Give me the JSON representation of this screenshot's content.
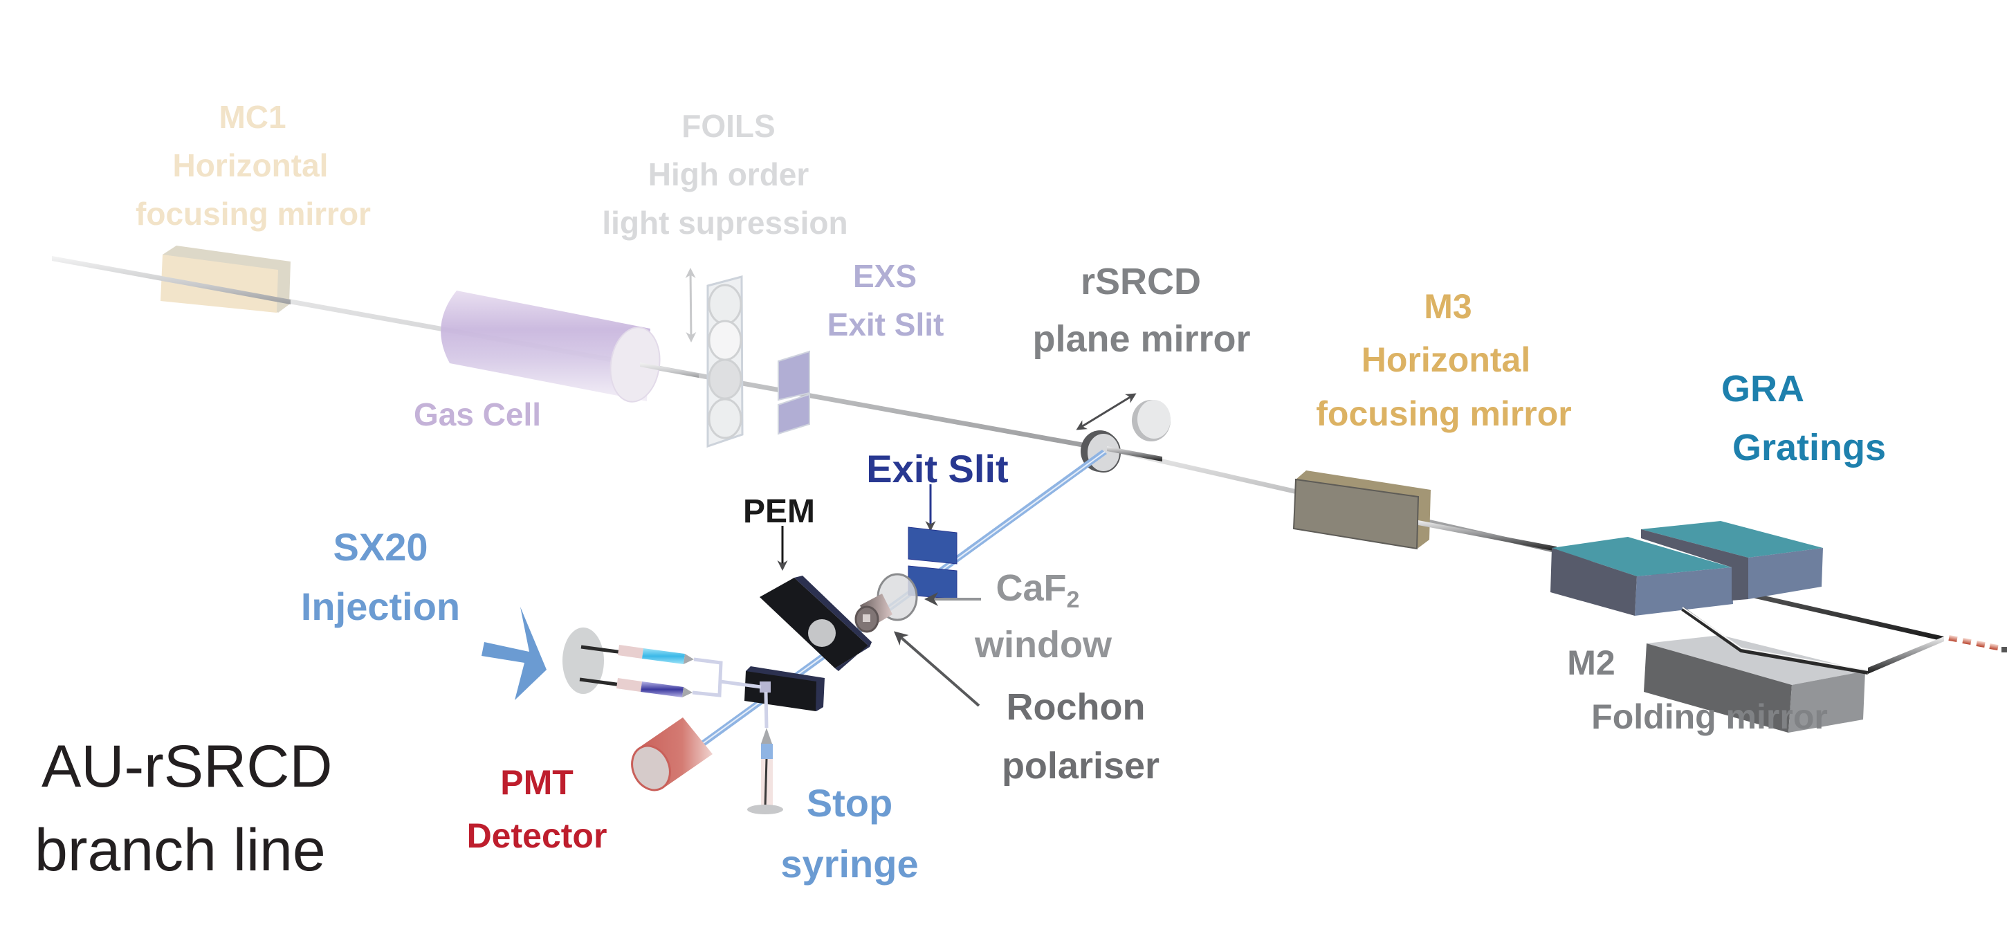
{
  "title": {
    "line1": "AU-rSRCD",
    "line2": "branch line",
    "color": "#231f20"
  },
  "components": {
    "mc1": {
      "line1": "MC1",
      "line2": "Horizontal",
      "line3": "focusing mirror",
      "color": "#f2e3c8"
    },
    "foils": {
      "line1": "FOILS",
      "line2": "High order",
      "line3": "light supression",
      "color": "#d8d9db"
    },
    "gas_cell": {
      "label": "Gas Cell",
      "color": "#c4b2d8"
    },
    "exs": {
      "line1": "EXS",
      "line2": "Exit Slit",
      "color": "#b1aed4"
    },
    "rsrcd_mirror": {
      "line1": "rSRCD",
      "line2": "plane mirror",
      "color": "#808285"
    },
    "m3": {
      "line1": "M3",
      "line2": "Horizontal",
      "line3": "focusing mirror",
      "color": "#dcb263"
    },
    "gra": {
      "line1": "GRA",
      "line2": "Gratings",
      "color": "#1e80ad"
    },
    "m2": {
      "line1": "M2",
      "line2": "Folding mirror",
      "color": "#808285"
    },
    "exit_slit": {
      "label": "Exit Slit",
      "color": "#283891"
    },
    "pem": {
      "label": "PEM",
      "color": "#1a1a1a"
    },
    "caf2": {
      "line1": "CaF",
      "subscript": "2",
      "line2": "window",
      "color": "#939598"
    },
    "rochon": {
      "line1": "Rochon",
      "line2": "polariser",
      "color": "#6d6e71"
    },
    "sx20": {
      "line1": "SX20",
      "line2": "Injection",
      "color": "#6b9bd2"
    },
    "pmt": {
      "line1": "PMT",
      "line2": "Detector",
      "color": "#be1e2d"
    },
    "stop_syringe": {
      "line1": "Stop",
      "line2": "syringe",
      "color": "#6b9bd2"
    }
  }
}
